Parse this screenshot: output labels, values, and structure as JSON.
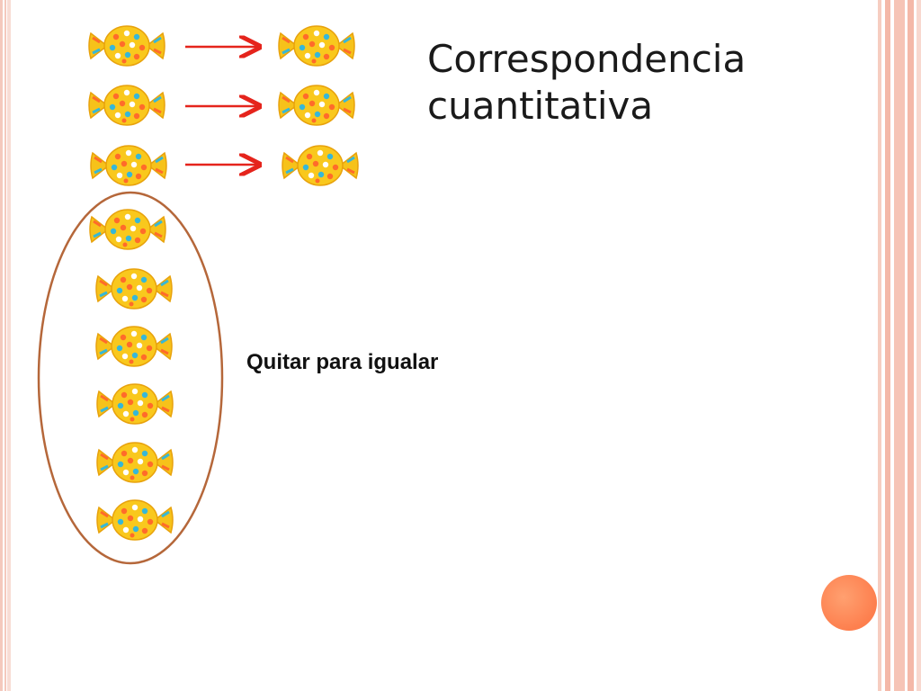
{
  "slide": {
    "title_line1": "Correspondencia",
    "title_line2": "cuantitativa",
    "caption": "Quitar para igualar"
  },
  "colors": {
    "candy": "#f9c81d",
    "arrow": "#e5241c",
    "ellipse": "#b5673a",
    "accent_dot": "#fd7f4e",
    "border": "#f4b8a8"
  },
  "icons": {
    "candy": "candy-icon",
    "arrow": "right-arrow-icon"
  },
  "groups": {
    "left_column_count": 9,
    "right_column_count": 3,
    "matched_pairs": 3,
    "extra_circled": 6
  }
}
